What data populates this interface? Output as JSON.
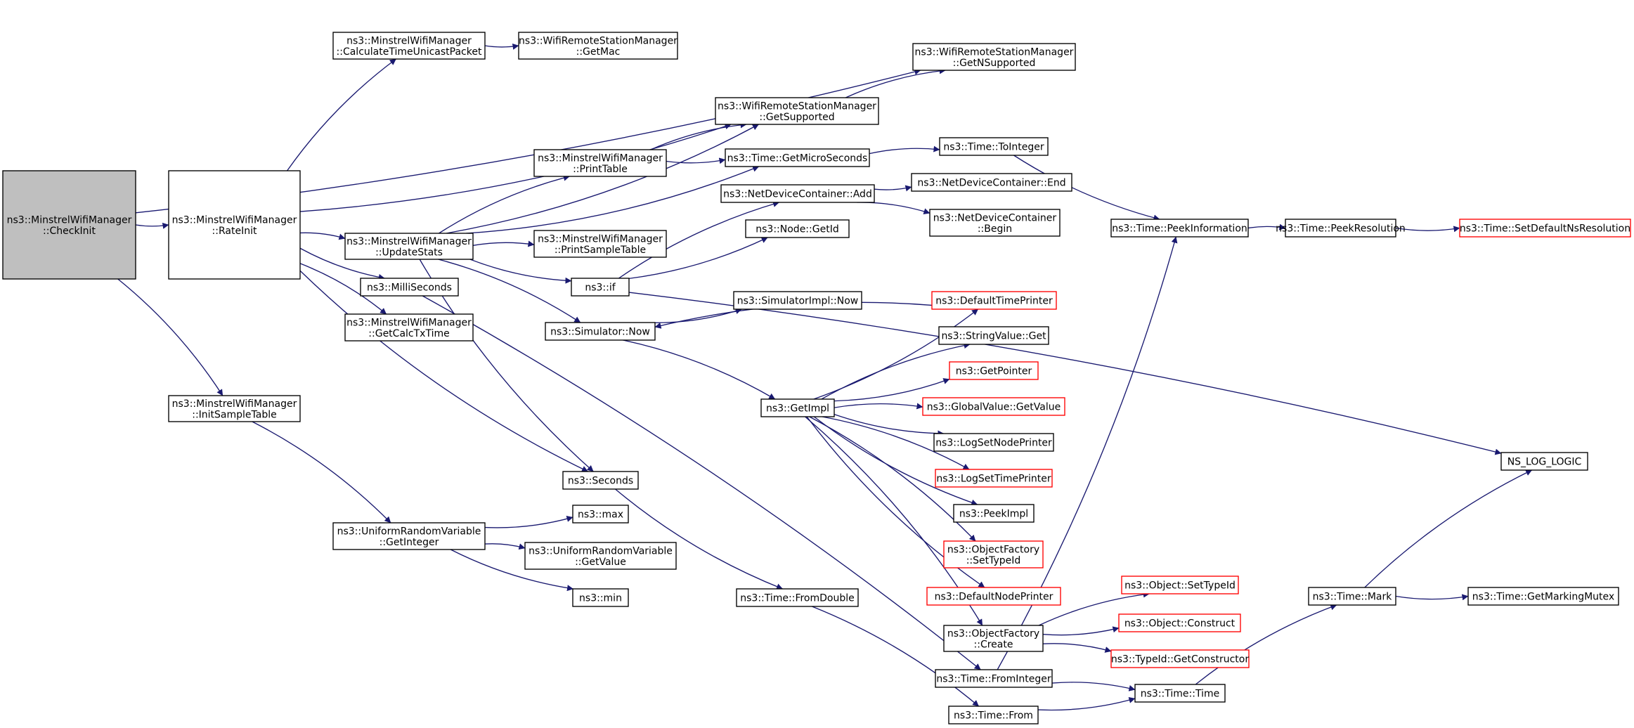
{
  "diagram": {
    "type": "call-graph",
    "colors": {
      "edge": "#191970",
      "box_border": "#000000",
      "box_border_truncated": "#ff0000",
      "box_fill_root": "#bfbfbf",
      "box_fill": "#ffffff"
    },
    "nodes": [
      {
        "id": "checkinit",
        "lines": [
          "ns3::MinstrelWifiManager",
          "::CheckInit"
        ],
        "style": "root"
      },
      {
        "id": "rateinit",
        "lines": [
          "ns3::MinstrelWifiManager",
          "::RateInit"
        ]
      },
      {
        "id": "initsample",
        "lines": [
          "ns3::MinstrelWifiManager",
          "::InitSampleTable"
        ]
      },
      {
        "id": "calctime",
        "lines": [
          "ns3::MinstrelWifiManager",
          "::CalculateTimeUnicastPacket"
        ]
      },
      {
        "id": "updatestats",
        "lines": [
          "ns3::MinstrelWifiManager",
          "::UpdateStats"
        ]
      },
      {
        "id": "millisec",
        "lines": [
          "ns3::MilliSeconds"
        ]
      },
      {
        "id": "getcalctx",
        "lines": [
          "ns3::MinstrelWifiManager",
          "::GetCalcTxTime"
        ]
      },
      {
        "id": "uniformint",
        "lines": [
          "ns3::UniformRandomVariable",
          "::GetInteger"
        ]
      },
      {
        "id": "getmac",
        "lines": [
          "ns3::WifiRemoteStationManager",
          "::GetMac"
        ]
      },
      {
        "id": "getsupported",
        "lines": [
          "ns3::WifiRemoteStationManager",
          "::GetSupported"
        ]
      },
      {
        "id": "getnsupported",
        "lines": [
          "ns3::WifiRemoteStationManager",
          "::GetNSupported"
        ]
      },
      {
        "id": "printtable",
        "lines": [
          "ns3::MinstrelWifiManager",
          "::PrintTable"
        ]
      },
      {
        "id": "printsample",
        "lines": [
          "ns3::MinstrelWifiManager",
          "::PrintSampleTable"
        ]
      },
      {
        "id": "if",
        "lines": [
          "ns3::if"
        ]
      },
      {
        "id": "simnow",
        "lines": [
          "ns3::Simulator::Now"
        ]
      },
      {
        "id": "seconds",
        "lines": [
          "ns3::Seconds"
        ]
      },
      {
        "id": "max",
        "lines": [
          "ns3::max"
        ]
      },
      {
        "id": "uniformval",
        "lines": [
          "ns3::UniformRandomVariable",
          "::GetValue"
        ]
      },
      {
        "id": "min",
        "lines": [
          "ns3::min"
        ]
      },
      {
        "id": "getmicro",
        "lines": [
          "ns3::Time::GetMicroSeconds"
        ]
      },
      {
        "id": "ndcadd",
        "lines": [
          "ns3::NetDeviceContainer::Add"
        ]
      },
      {
        "id": "nodegetid",
        "lines": [
          "ns3::Node::GetId"
        ]
      },
      {
        "id": "simimplnow",
        "lines": [
          "ns3::SimulatorImpl::Now"
        ]
      },
      {
        "id": "getimpl",
        "lines": [
          "ns3::GetImpl"
        ]
      },
      {
        "id": "fromdouble",
        "lines": [
          "ns3::Time::FromDouble"
        ]
      },
      {
        "id": "from",
        "lines": [
          "ns3::Time::From"
        ]
      },
      {
        "id": "tointeger",
        "lines": [
          "ns3::Time::ToInteger"
        ]
      },
      {
        "id": "ndcend",
        "lines": [
          "ns3::NetDeviceContainer::End"
        ]
      },
      {
        "id": "ndcbegin",
        "lines": [
          "ns3::NetDeviceContainer",
          "::Begin"
        ]
      },
      {
        "id": "deftimeprinter",
        "lines": [
          "ns3::DefaultTimePrinter"
        ],
        "style": "truncated"
      },
      {
        "id": "stringget",
        "lines": [
          "ns3::StringValue::Get"
        ]
      },
      {
        "id": "getpointer",
        "lines": [
          "ns3::GetPointer"
        ],
        "style": "truncated"
      },
      {
        "id": "globalget",
        "lines": [
          "ns3::GlobalValue::GetValue"
        ],
        "style": "truncated"
      },
      {
        "id": "logsetnode",
        "lines": [
          "ns3::LogSetNodePrinter"
        ]
      },
      {
        "id": "logsettime",
        "lines": [
          "ns3::LogSetTimePrinter"
        ],
        "style": "truncated"
      },
      {
        "id": "peekimpl",
        "lines": [
          "ns3::PeekImpl"
        ]
      },
      {
        "id": "ofsettype",
        "lines": [
          "ns3::ObjectFactory",
          "::SetTypeId"
        ],
        "style": "truncated"
      },
      {
        "id": "defnodeprinter",
        "lines": [
          "ns3::DefaultNodePrinter"
        ],
        "style": "truncated"
      },
      {
        "id": "ofcreate",
        "lines": [
          "ns3::ObjectFactory",
          "::Create"
        ]
      },
      {
        "id": "frominteger",
        "lines": [
          "ns3::Time::FromInteger"
        ]
      },
      {
        "id": "peekinfo",
        "lines": [
          "ns3::Time::PeekInformation"
        ]
      },
      {
        "id": "peekres",
        "lines": [
          "ns3::Time::PeekResolution"
        ]
      },
      {
        "id": "setdefres",
        "lines": [
          "ns3::Time::SetDefaultNsResolution"
        ],
        "style": "truncated"
      },
      {
        "id": "objsettype",
        "lines": [
          "ns3::Object::SetTypeId"
        ],
        "style": "truncated"
      },
      {
        "id": "objconstruct",
        "lines": [
          "ns3::Object::Construct"
        ],
        "style": "truncated"
      },
      {
        "id": "typeidctor",
        "lines": [
          "ns3::TypeId::GetConstructor"
        ],
        "style": "truncated"
      },
      {
        "id": "time",
        "lines": [
          "ns3::Time::Time"
        ]
      },
      {
        "id": "mark",
        "lines": [
          "ns3::Time::Mark"
        ]
      },
      {
        "id": "getmutex",
        "lines": [
          "ns3::Time::GetMarkingMutex"
        ]
      },
      {
        "id": "nslog",
        "lines": [
          "NS_LOG_LOGIC"
        ]
      }
    ],
    "edges": [
      [
        "checkinit",
        "rateinit"
      ],
      [
        "checkinit",
        "initsample"
      ],
      [
        "checkinit",
        "getnsupported"
      ],
      [
        "rateinit",
        "calctime"
      ],
      [
        "rateinit",
        "getsupported"
      ],
      [
        "rateinit",
        "updatestats"
      ],
      [
        "rateinit",
        "millisec"
      ],
      [
        "rateinit",
        "getcalctx"
      ],
      [
        "rateinit",
        "seconds"
      ],
      [
        "initsample",
        "uniformint"
      ],
      [
        "calctime",
        "getmac"
      ],
      [
        "getsupported",
        "getnsupported"
      ],
      [
        "updatestats",
        "getsupported"
      ],
      [
        "updatestats",
        "printtable"
      ],
      [
        "updatestats",
        "getmicro"
      ],
      [
        "updatestats",
        "printsample"
      ],
      [
        "updatestats",
        "if"
      ],
      [
        "updatestats",
        "simnow"
      ],
      [
        "updatestats",
        "seconds"
      ],
      [
        "printtable",
        "getsupported"
      ],
      [
        "printtable",
        "getmicro"
      ],
      [
        "millisec",
        "frominteger"
      ],
      [
        "uniformint",
        "max"
      ],
      [
        "uniformint",
        "uniformval"
      ],
      [
        "uniformint",
        "min"
      ],
      [
        "if",
        "ndcadd"
      ],
      [
        "if",
        "nodegetid"
      ],
      [
        "if",
        "nslog"
      ],
      [
        "simnow",
        "simimplnow"
      ],
      [
        "simnow",
        "getimpl"
      ],
      [
        "seconds",
        "fromdouble"
      ],
      [
        "getmicro",
        "tointeger"
      ],
      [
        "ndcadd",
        "ndcend"
      ],
      [
        "ndcadd",
        "ndcbegin"
      ],
      [
        "getimpl",
        "deftimeprinter"
      ],
      [
        "getimpl",
        "stringget"
      ],
      [
        "getimpl",
        "getpointer"
      ],
      [
        "getimpl",
        "globalget"
      ],
      [
        "getimpl",
        "logsetnode"
      ],
      [
        "getimpl",
        "logsettime"
      ],
      [
        "getimpl",
        "peekimpl"
      ],
      [
        "getimpl",
        "ofsettype"
      ],
      [
        "getimpl",
        "defnodeprinter"
      ],
      [
        "getimpl",
        "ofcreate"
      ],
      [
        "deftimeprinter",
        "simnow"
      ],
      [
        "fromdouble",
        "from"
      ],
      [
        "tointeger",
        "peekinfo"
      ],
      [
        "ofcreate",
        "objsettype"
      ],
      [
        "ofcreate",
        "objconstruct"
      ],
      [
        "ofcreate",
        "typeidctor"
      ],
      [
        "frominteger",
        "peekinfo"
      ],
      [
        "frominteger",
        "time"
      ],
      [
        "from",
        "time"
      ],
      [
        "peekinfo",
        "peekres"
      ],
      [
        "peekres",
        "setdefres"
      ],
      [
        "time",
        "mark"
      ],
      [
        "mark",
        "getmutex"
      ],
      [
        "mark",
        "nslog"
      ]
    ]
  }
}
